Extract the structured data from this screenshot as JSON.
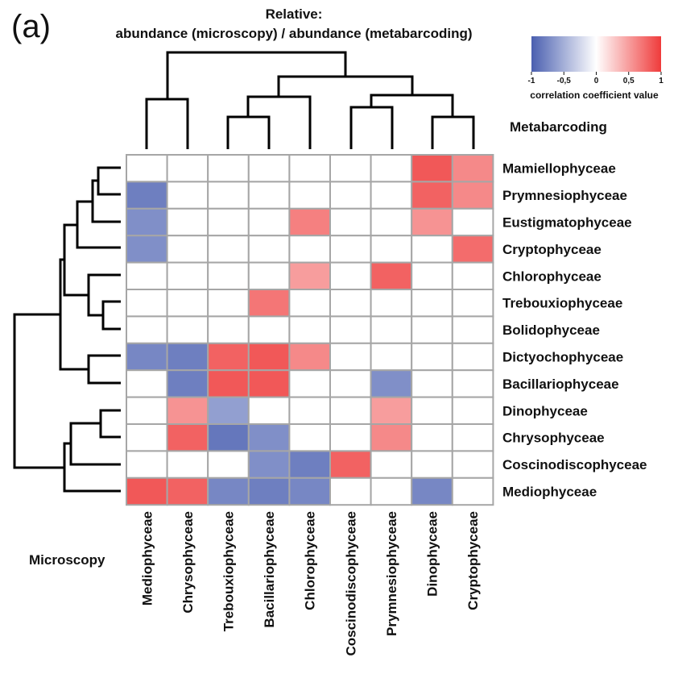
{
  "panel_label": "(a)",
  "chart_data": {
    "type": "heatmap",
    "title": "Relative:",
    "subtitle": "abundance (microscopy) / abundance (metabarcoding)",
    "xlabel": "Microscopy",
    "ylabel": "Metabarcoding",
    "rows": [
      "Mamiellophyceae",
      "Prymnesiophyceae",
      "Eustigmatophyceae",
      "Cryptophyceae",
      "Chlorophyceae",
      "Trebouxiophyceae",
      "Bolidophyceae",
      "Dictyochophyceae",
      "Bacillariophyceae",
      "Dinophyceae",
      "Chrysophyceae",
      "Coscinodiscophyceae",
      "Mediophyceae"
    ],
    "columns": [
      "Mediophyceae",
      "Chrysophyceae",
      "Trebouxiophyceae",
      "Bacillariophyceae",
      "Chlorophyceae",
      "Coscinodiscophyceae",
      "Prymnesiophyceae",
      "Dinophyceae",
      "Cryptophyceae"
    ],
    "values": [
      [
        0,
        0,
        0,
        0,
        0,
        0,
        0,
        0.85,
        0.6
      ],
      [
        -0.8,
        0,
        0,
        0,
        0,
        0,
        0,
        0.8,
        0.6
      ],
      [
        -0.7,
        0,
        0,
        0,
        0.65,
        0,
        0,
        0.55,
        0
      ],
      [
        -0.7,
        0,
        0,
        0,
        0,
        0,
        0,
        0,
        0.75
      ],
      [
        0,
        0,
        0,
        0,
        0.5,
        0,
        0.8,
        0,
        0
      ],
      [
        0,
        0,
        0,
        0.7,
        0,
        0,
        0,
        0,
        0
      ],
      [
        0,
        0,
        0,
        0,
        0,
        0,
        0,
        0,
        0
      ],
      [
        -0.75,
        -0.8,
        0.8,
        0.85,
        0.6,
        0,
        0,
        0,
        0
      ],
      [
        0,
        -0.8,
        0.85,
        0.85,
        0,
        0,
        -0.7,
        0,
        0
      ],
      [
        0,
        0.55,
        -0.6,
        0,
        0,
        0,
        0.5,
        0,
        0
      ],
      [
        0,
        0.8,
        -0.85,
        -0.7,
        0,
        0,
        0.6,
        0,
        0
      ],
      [
        0,
        0,
        0,
        -0.7,
        -0.8,
        0.8,
        0,
        0,
        0
      ],
      [
        0.85,
        0.8,
        -0.75,
        -0.8,
        -0.75,
        0,
        0,
        -0.75,
        0
      ]
    ],
    "colorbar": {
      "title": "correlation coefficient value",
      "ticks": [
        "-1",
        "-0,5",
        "0",
        "0,5",
        "1"
      ],
      "range": [
        -1,
        1
      ],
      "low_color": "#4a5fb0",
      "mid_color": "#ffffff",
      "high_color": "#ef3b3b"
    },
    "grid_color": "#a6a6a6",
    "legend_position": "top-right"
  }
}
